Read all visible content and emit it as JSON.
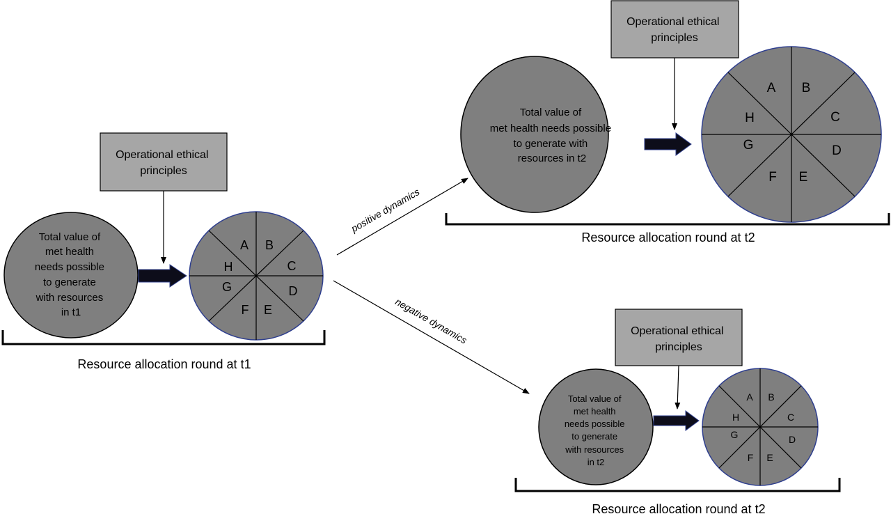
{
  "colors": {
    "circle_fill": "#7f7f7f",
    "box_fill": "#a6a6a6",
    "pie_outline": "#2f3f8f",
    "arrow_fill": "#0d0d1a",
    "line": "#000000"
  },
  "segments": [
    "A",
    "B",
    "C",
    "D",
    "E",
    "F",
    "G",
    "H"
  ],
  "round_t1": {
    "principles_label": [
      "Operational ethical",
      "principles"
    ],
    "resources_label": [
      "Total value of",
      "met health",
      "needs possible",
      "to generate",
      "with resources",
      "in t1"
    ],
    "round_label": "Resource allocation round at t1"
  },
  "round_t2_positive": {
    "principles_label": [
      "Operational ethical",
      "principles"
    ],
    "resources_label": [
      "Total value of",
      "met health needs possible",
      "to generate with",
      "resources in t2"
    ],
    "round_label": "Resource allocation round at t2"
  },
  "round_t2_negative": {
    "principles_label": [
      "Operational ethical",
      "principles"
    ],
    "resources_label": [
      "Total value of",
      "met health",
      "needs possible",
      "to generate",
      "with resources",
      "in t2"
    ],
    "round_label": "Resource allocation round at t2"
  },
  "dynamics": {
    "positive_label": "positive dynamics",
    "negative_label": "negative dynamics"
  }
}
